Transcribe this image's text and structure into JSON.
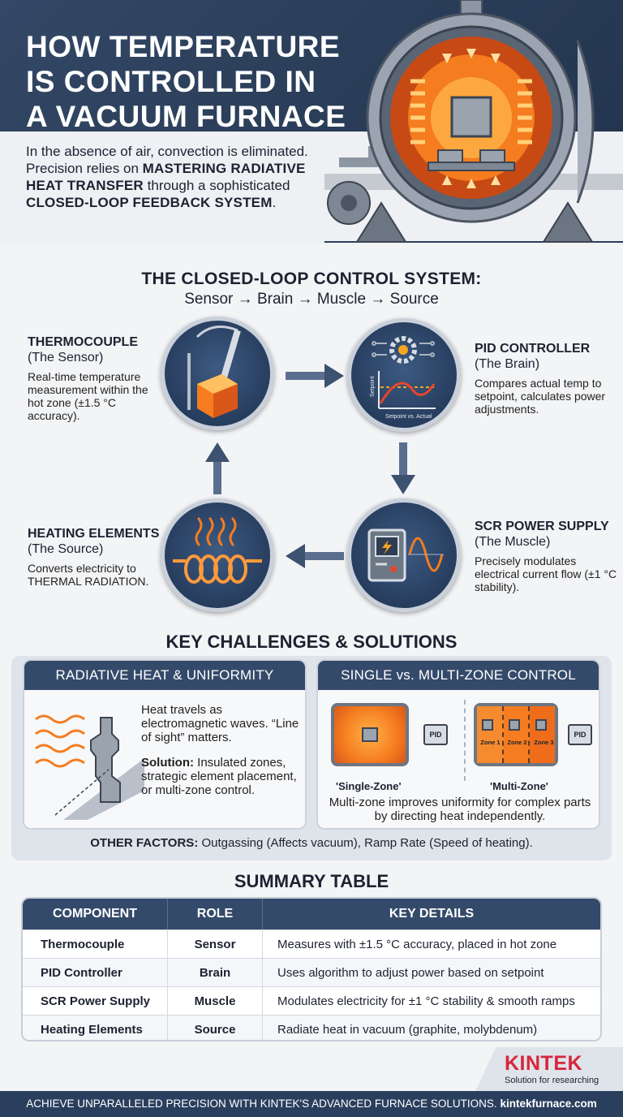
{
  "header": {
    "title_line1": "HOW TEMPERATURE",
    "title_line2": "IS CONTROLLED IN",
    "title_line3": "A VACUUM FURNACE",
    "intro_part1": "In the absence of air, convection is eliminated. Precision relies on",
    "intro_bold1": "MASTERING RADIATIVE HEAT TRANSFER",
    "intro_part2": "through a sophisticated",
    "intro_bold2": "CLOSED-LOOP FEEDBACK SYSTEM",
    "intro_end": "."
  },
  "loop": {
    "title": "THE CLOSED-LOOP CONTROL SYSTEM:",
    "subtitle": "Sensor → Brain → Muscle → Source",
    "nodes": {
      "thermocouple": {
        "title": "THERMOCOUPLE",
        "role": "(The Sensor)",
        "desc": "Real-time temperature measurement within the hot zone (±1.5 °C accuracy)."
      },
      "pid": {
        "title": "PID CONTROLLER",
        "role": "(The Brain)",
        "desc": "Compares actual temp to setpoint, calculates power adjustments.",
        "graph_y_label": "Setpoint",
        "graph_x_label": "Setpoint vs. Actual"
      },
      "scr": {
        "title": "SCR POWER SUPPLY",
        "role": "(The Muscle)",
        "desc": "Precisely modulates electrical current flow (±1 °C stability)."
      },
      "heating": {
        "title": "HEATING ELEMENTS",
        "role": "(The Source)",
        "desc": "Converts electricity to THERMAL RADIATION."
      }
    }
  },
  "challenges": {
    "title": "KEY CHALLENGES & SOLUTIONS",
    "left": {
      "head": "RADIATIVE HEAT & UNIFORMITY",
      "text": "Heat travels as electromagnetic waves. “Line of sight” matters.",
      "solution_label": "Solution:",
      "solution_text": "Insulated zones, strategic element placement, or multi-zone control."
    },
    "right": {
      "head": "SINGLE vs. MULTI-ZONE CONTROL",
      "single_label": "'Single-Zone'",
      "multi_label": "'Multi-Zone'",
      "pid_tag": "PID",
      "zones": [
        "Zone 1",
        "Zone 2",
        "Zone 3"
      ],
      "text": "Multi-zone improves uniformity for complex parts by directing heat independently."
    },
    "other_label": "OTHER FACTORS:",
    "other_text": "Outgassing (Affects vacuum), Ramp Rate (Speed of heating)."
  },
  "table": {
    "title": "SUMMARY TABLE",
    "headers": [
      "COMPONENT",
      "ROLE",
      "KEY DETAILS"
    ],
    "rows": [
      [
        "Thermocouple",
        "Sensor",
        "Measures with ±1.5 °C accuracy, placed in hot zone"
      ],
      [
        "PID Controller",
        "Brain",
        "Uses algorithm to adjust power based on setpoint"
      ],
      [
        "SCR Power Supply",
        "Muscle",
        "Modulates electricity for ±1 °C stability & smooth ramps"
      ],
      [
        "Heating Elements",
        "Source",
        "Radiate heat in vacuum (graphite, molybdenum)"
      ]
    ]
  },
  "footer": {
    "brand": "KINTEK",
    "tagline": "Solution for researching",
    "text": "ACHIEVE UNPARALLELED PRECISION WITH KINTEK'S ADVANCED FURNACE SOLUTIONS.",
    "url": "kintekfurnace.com"
  },
  "colors": {
    "navy": "#2a3f5e",
    "header_band": "#334866",
    "brand_red": "#d7263d",
    "heat_orange": "#f57c1f"
  }
}
